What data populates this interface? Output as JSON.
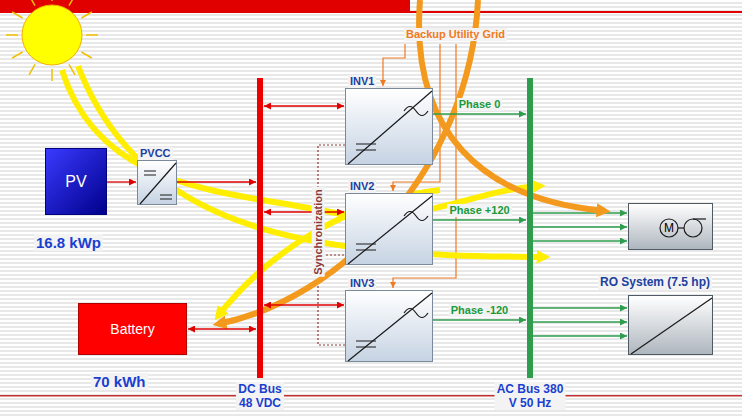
{
  "diagram": {
    "nodes": [
      {
        "text": [
          "PV",
          "16.8 kWp"
        ]
      },
      {
        "text": [
          "PVCC"
        ]
      },
      {
        "text": [
          "DC Bus 48 VDC"
        ]
      },
      {
        "text": [
          "INV1"
        ]
      },
      {
        "text": [
          "INV2"
        ]
      },
      {
        "text": [
          "INV3"
        ]
      },
      {
        "text": [
          "AC Bus 380 V 50 Hz"
        ]
      },
      {
        "text": [
          "M"
        ]
      },
      {
        "text": [
          "RO System (7.5 hp)"
        ]
      },
      {
        "text": [
          "Battery",
          "70 kWh"
        ]
      }
    ],
    "edges": [
      {
        "from": 0,
        "to": 1,
        "arrow": "to"
      },
      {
        "from": 1,
        "to": 2,
        "arrow": "to"
      },
      {
        "from": 2,
        "to": 3,
        "arrow": "both"
      },
      {
        "from": 2,
        "to": 4,
        "arrow": "both"
      },
      {
        "from": 2,
        "to": 5,
        "arrow": "both"
      },
      {
        "from": 9,
        "to": 2,
        "arrow": "both"
      },
      {
        "from": 3,
        "to": 6,
        "arrow": "to",
        "label": "Phase 0"
      },
      {
        "from": 4,
        "to": 6,
        "arrow": "to",
        "label": "Phase +120"
      },
      {
        "from": 5,
        "to": 6,
        "arrow": "to",
        "label": "Phase -120"
      },
      {
        "from": 6,
        "to": 7,
        "arrow": "to"
      },
      {
        "from": 6,
        "to": 8,
        "arrow": "to"
      }
    ],
    "labels": [
      "Backup Utility Grid",
      "Synchronization"
    ]
  }
}
